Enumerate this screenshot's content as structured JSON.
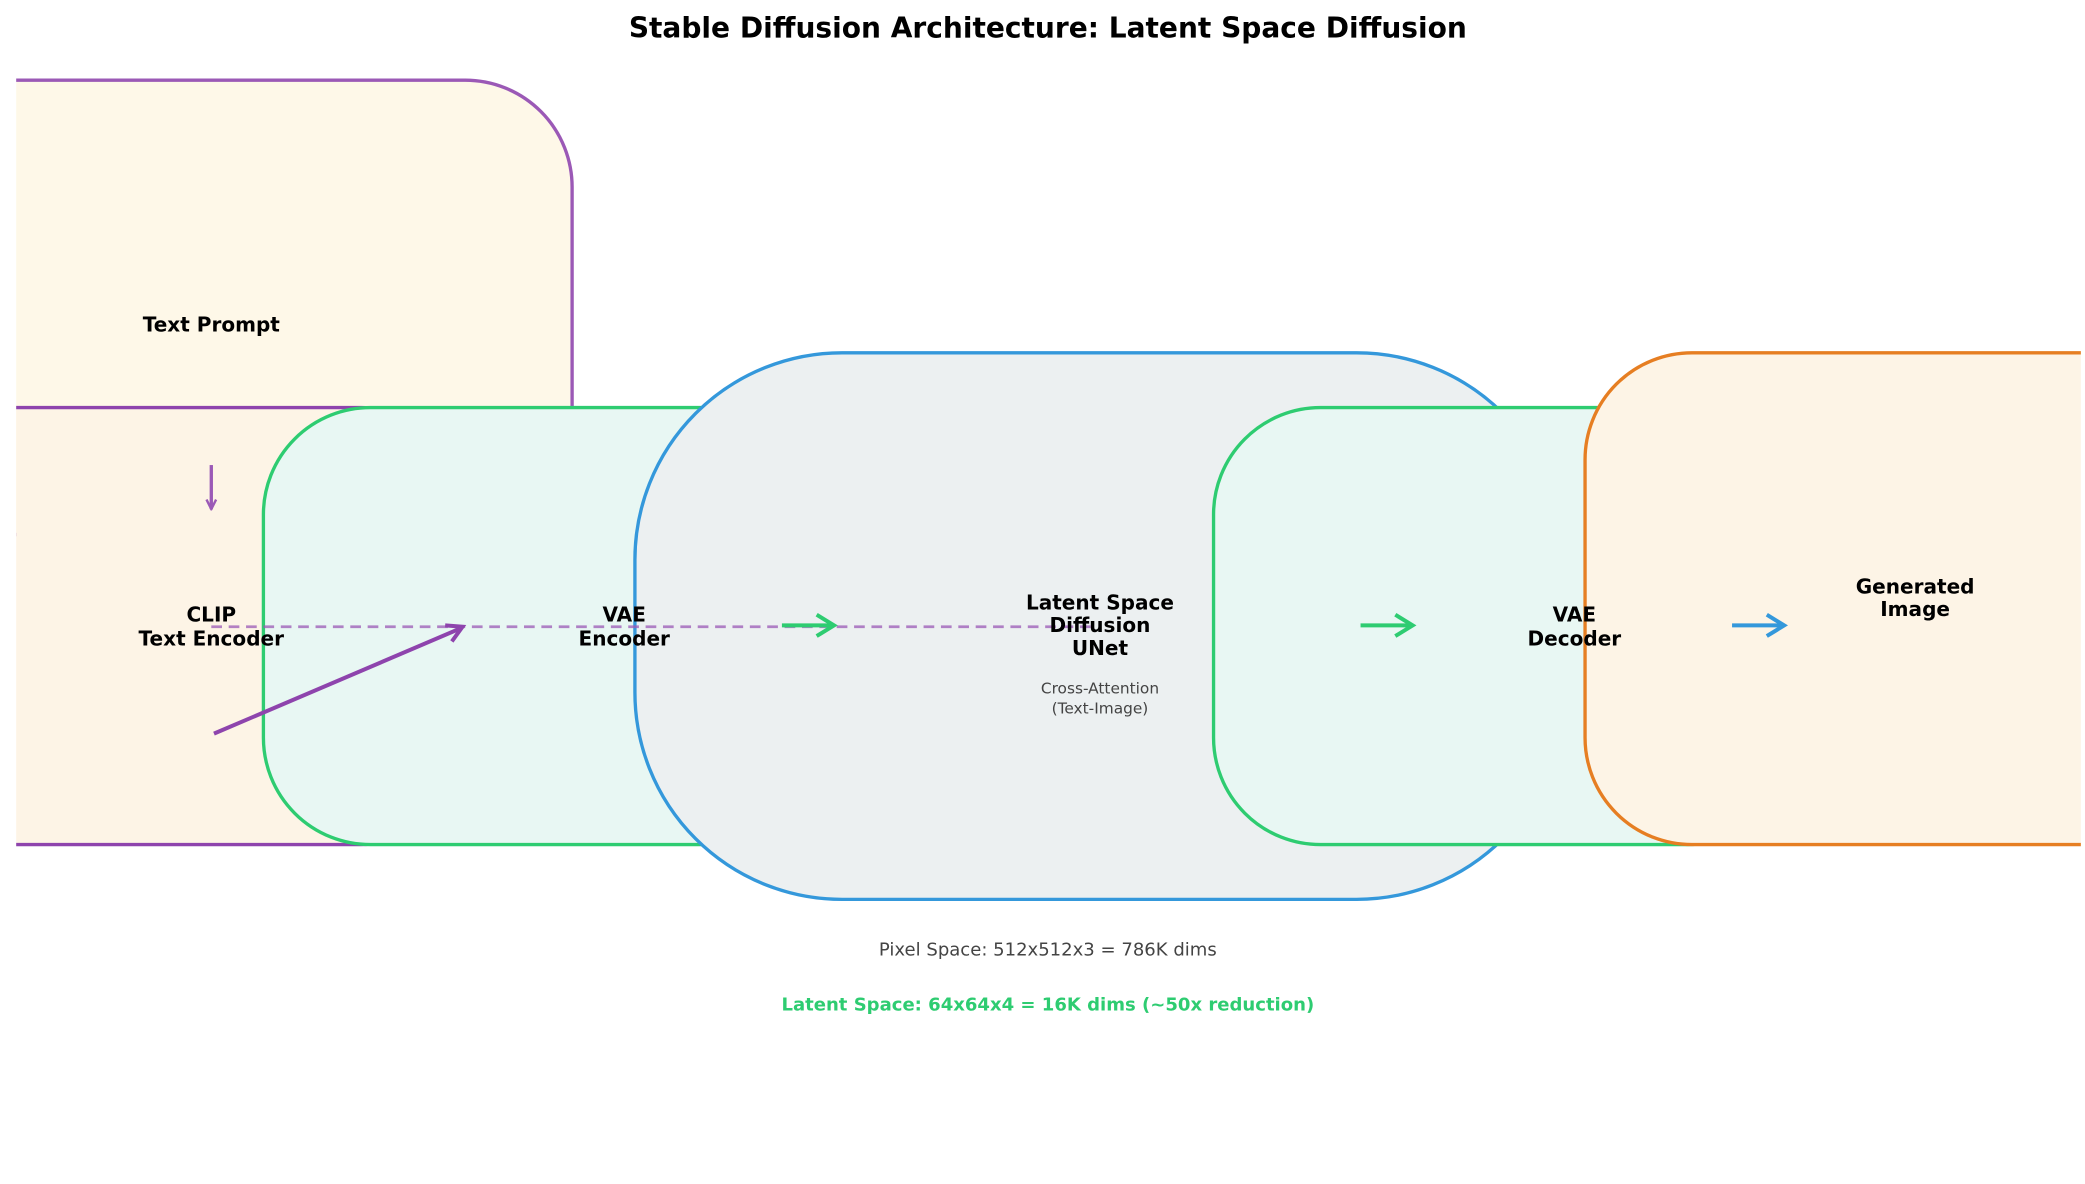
{
  "title": "Stable Diffusion Architecture: Latent Space Diffusion",
  "blocks": {
    "text_prompt": {
      "label": [
        "Text Prompt"
      ],
      "stroke": "#9b59b6",
      "fill": "#fef8e8"
    },
    "clip": {
      "label": [
        "CLIP",
        "Text Encoder"
      ],
      "stroke": "#8e44ad",
      "fill": "#fdf4e6"
    },
    "vae_encoder": {
      "label": [
        "VAE",
        "Encoder"
      ],
      "stroke": "#2ecc71",
      "fill": "#e8f7f3"
    },
    "unet": {
      "label": [
        "Latent Space",
        "Diffusion",
        "UNet"
      ],
      "sublabel": [
        "Cross-Attention",
        "(Text-Image)"
      ],
      "stroke": "#3498db",
      "fill": "#ecf0f1"
    },
    "vae_decoder": {
      "label": [
        "VAE",
        "Decoder"
      ],
      "stroke": "#2ecc71",
      "fill": "#e8f7f3"
    },
    "generated": {
      "label": [
        "Generated",
        "Image"
      ],
      "stroke": "#e67e22",
      "fill": "#fdf4e6"
    }
  },
  "notes": {
    "pixel_space": "Pixel Space: 512x512x3 = 786K dims",
    "latent_space": "Latent Space: 64x64x4 = 16K dims (~50x reduction)",
    "latent_color": "#2ecc71"
  }
}
